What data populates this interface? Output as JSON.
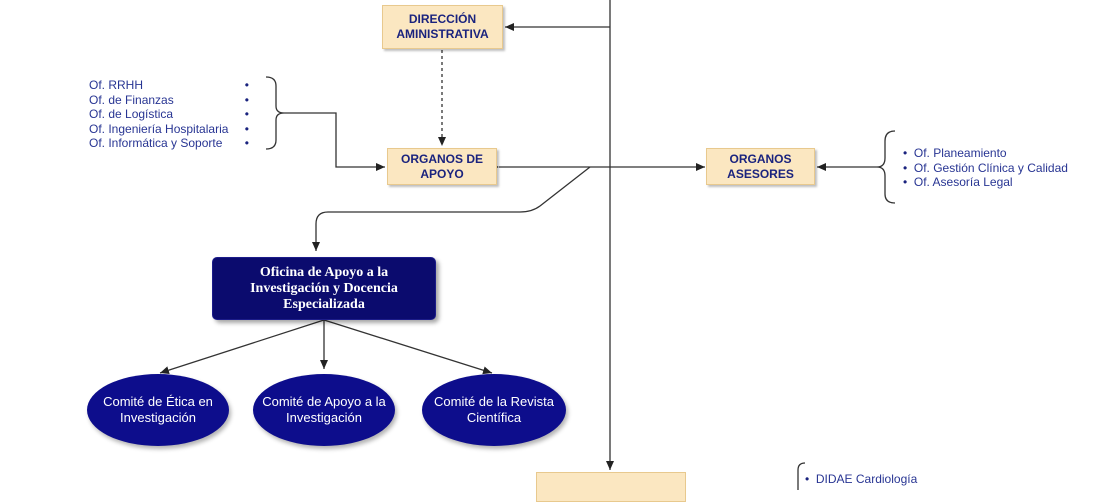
{
  "nodes": {
    "direccion_administrativa": "DIRECCIÓN AMINISTRATIVA",
    "organos_apoyo": "ORGANOS DE APOYO",
    "organos_asesores": "ORGANOS ASESORES",
    "oficina_apoyo": "Oficina de Apoyo a la Investigación y Docencia Especializada",
    "comite_etica": "Comité de Ética en Investigación",
    "comite_apoyo": "Comité de Apoyo a la Investigación",
    "comite_revista": "Comité de la Revista Científica"
  },
  "apoyo_list": [
    "Of. RRHH",
    "Of. de Finanzas",
    "Of. de Logística",
    "Of. Ingeniería Hospitalaria",
    "Of. Informática y Soporte"
  ],
  "asesores_list": [
    "Of. Planeamiento",
    "Of. Gestión Clínica y Calidad",
    "Of. Asesoría Legal"
  ],
  "didae_list": [
    "DIDAE Cardiología"
  ],
  "colors": {
    "box_fill": "#fbe7c1",
    "box_text": "#1a237e",
    "navy_fill": "#0b0b6e",
    "ellipse_fill": "#0d0d8c",
    "list_text": "#283593"
  }
}
